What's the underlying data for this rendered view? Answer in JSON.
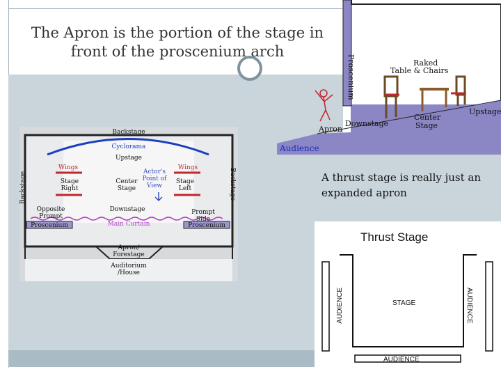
{
  "title": "The Apron is the portion of the stage in front of the proscenium arch",
  "thrust_caption": "A thrust stage is really just an expanded apron",
  "stage_plan": {
    "backstage": "Backstage",
    "cyclorama": "Cyclorama",
    "upstage": "Upstage",
    "wings_left": "Wings",
    "wings_right": "Wings",
    "actors_pov": "Actor's Point of View",
    "stage_right": "Stage Right",
    "center_stage": "Center Stage",
    "stage_left": "Stage Left",
    "backstage_left": "Backstage",
    "backstage_right": "Backstage",
    "opposite_prompt": "Opposite Prompt",
    "downstage": "Downstage",
    "prompt_side": "Prompt Side",
    "proscenium_left": "Proscenium",
    "main_curtain": "Main Curtain",
    "proscenium_right": "Proscenium",
    "apron": "Apron/ Forestage",
    "auditorium": "Auditorium /House"
  },
  "raked_diagram": {
    "proscenium": "Proscenium",
    "raked": "Raked",
    "table_chairs": "Table & Chairs",
    "upstage": "Upstage",
    "center_stage": "Center Stage",
    "downstage": "Downstage",
    "apron": "Apron",
    "audience": "Audience"
  },
  "thrust_diagram": {
    "title": "Thrust Stage",
    "stage": "STAGE",
    "audience_left": "AUDIENCE",
    "audience_right": "AUDIENCE",
    "audience_bottom": "AUDIENCE"
  },
  "colors": {
    "panel": "#c9d4db",
    "footer": "#a9bcc5",
    "rake_fill": "#8b86c4",
    "wings_red": "#c0262d",
    "cyclorama_blue": "#1c3fbf",
    "curtain_purple": "#b03bc4"
  }
}
